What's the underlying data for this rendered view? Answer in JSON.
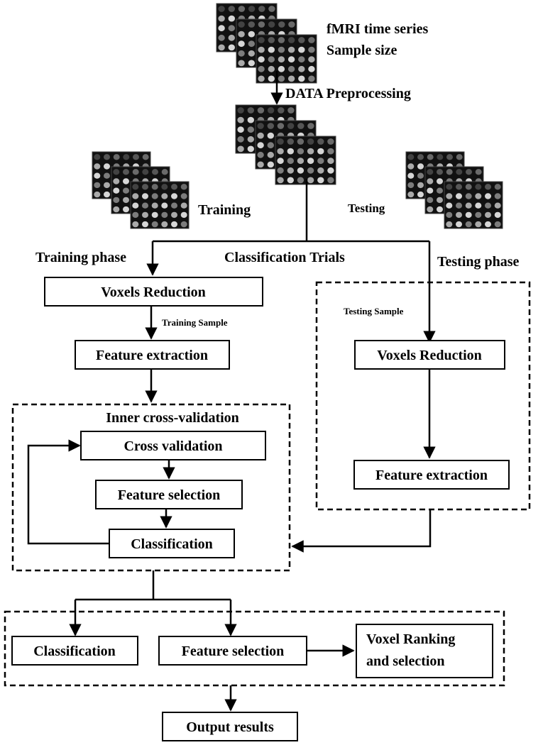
{
  "colors": {
    "line": "#000000",
    "background": "#ffffff",
    "scan_bg": "#111111",
    "scan_blob": "#d6d6d6"
  },
  "top": {
    "input_label_1": "fMRI time series",
    "input_label_2": "Sample size",
    "preprocessing_label": "DATA Preprocessing",
    "training_label": "Training",
    "testing_label": "Testing"
  },
  "phases": {
    "training_phase": "Training phase",
    "classification_trials": "Classification Trials",
    "testing_phase": "Testing phase"
  },
  "training_branch": {
    "voxels_reduction": "Voxels Reduction",
    "training_sample": "Training Sample",
    "feature_extraction": "Feature extraction"
  },
  "inner_cv": {
    "title": "Inner cross-validation",
    "cross_validation": "Cross validation",
    "feature_selection": "Feature selection",
    "classification": "Classification"
  },
  "testing_branch": {
    "testing_sample": "Testing Sample",
    "voxels_reduction": "Voxels Reduction",
    "feature_extraction": "Feature extraction"
  },
  "final_stage": {
    "classification": "Classification",
    "feature_selection": "Feature selection",
    "voxel_ranking_1": "Voxel Ranking",
    "voxel_ranking_2": "and selection"
  },
  "output": {
    "label": "Output results"
  },
  "icons": {
    "scan_stack": "fmri-scan-stack-icon"
  }
}
